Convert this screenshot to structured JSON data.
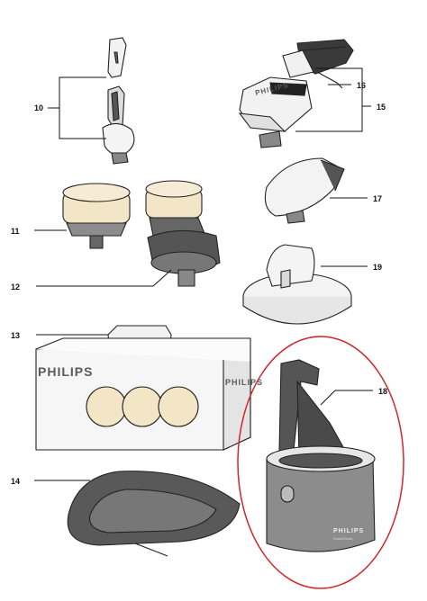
{
  "parts": [
    {
      "number": "10"
    },
    {
      "number": "11"
    },
    {
      "number": "12"
    },
    {
      "number": "13"
    },
    {
      "number": "14"
    },
    {
      "number": "15"
    },
    {
      "number": "16"
    },
    {
      "number": "17"
    },
    {
      "number": "18"
    },
    {
      "number": "19"
    }
  ],
  "brand_text": {
    "box_front": "PHILIPS",
    "box_side": "PHILIPS",
    "trimmer": "PHILIPS",
    "station": "PHILIPS",
    "station_sub": "SmartClean"
  },
  "colors": {
    "highlight_ellipse": "#d0262b",
    "outline": "#222222",
    "dark_grey": "#555555",
    "mid_grey": "#8c8c8c",
    "light_grey": "#e4e4e4",
    "brush_fill": "#f3e6c7"
  }
}
